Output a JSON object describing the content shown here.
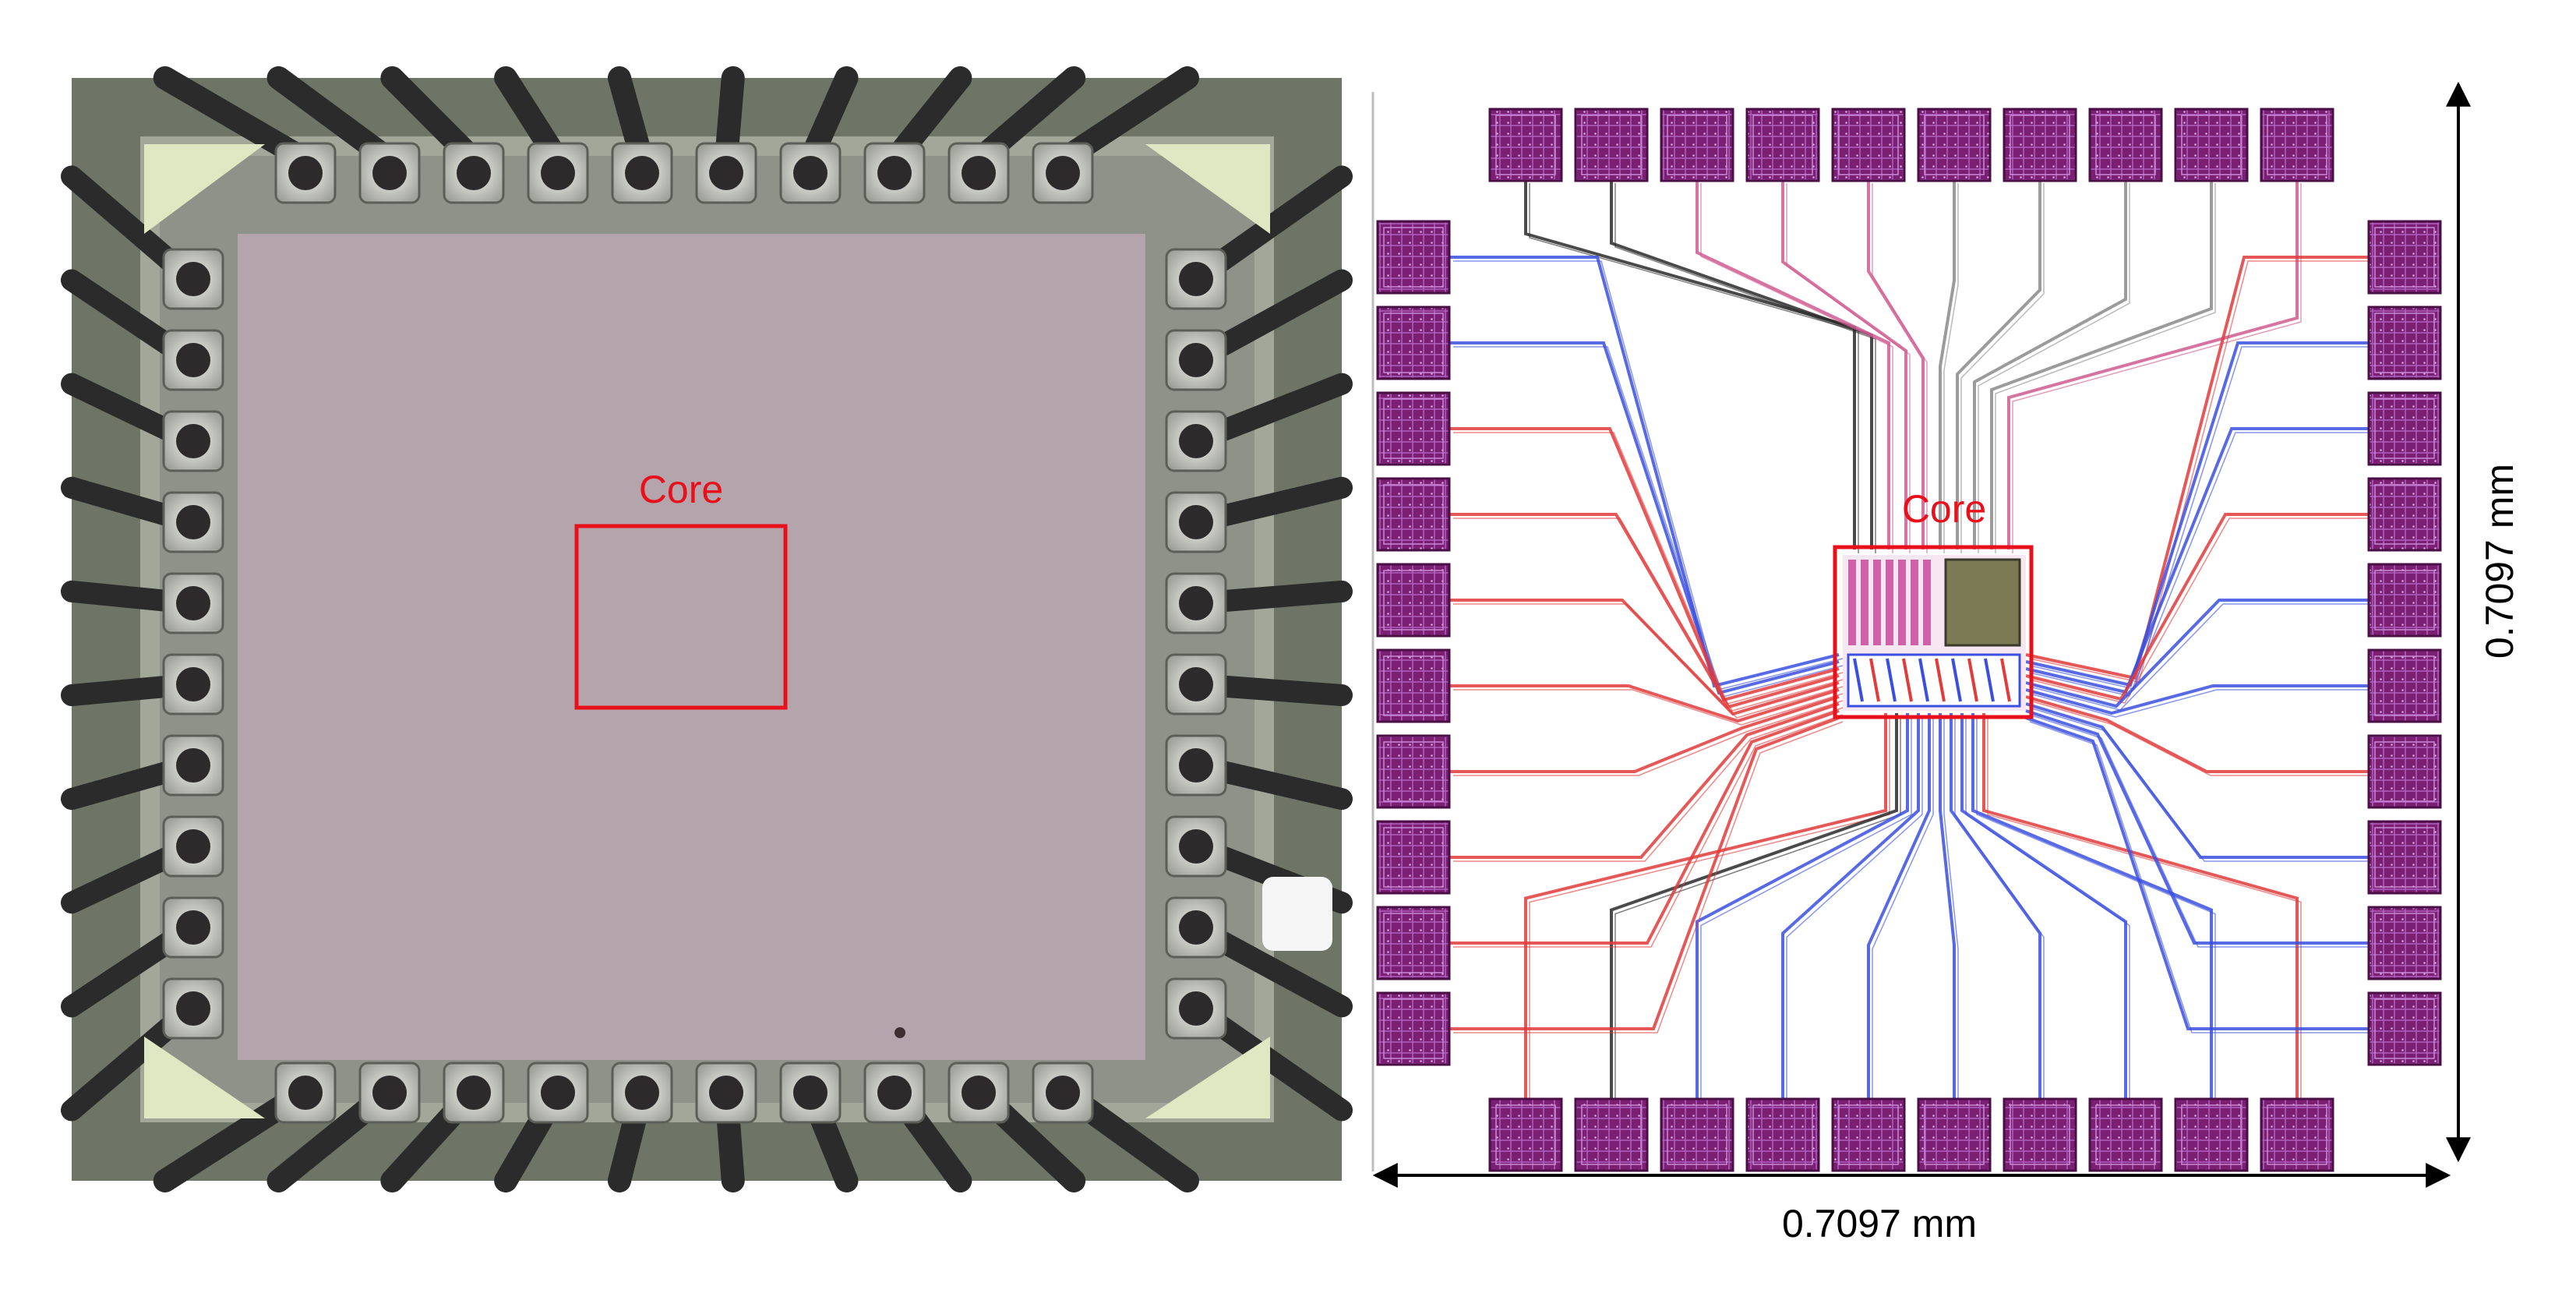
{
  "photo_panel": {
    "core_label": "Core"
  },
  "layout_panel": {
    "core_label": "Core",
    "width_label": "0.7097 mm",
    "height_label": "0.7097 mm"
  },
  "colors": {
    "annotation": "#e8101a",
    "pad": "#7b1f73",
    "trace_red": "#e23b3b",
    "trace_blue": "#3a4fe0",
    "trace_black": "#2a2a2a",
    "trace_pink": "#d05a90",
    "trace_gray": "#8a8a8a",
    "die": "#b3a3aa"
  }
}
